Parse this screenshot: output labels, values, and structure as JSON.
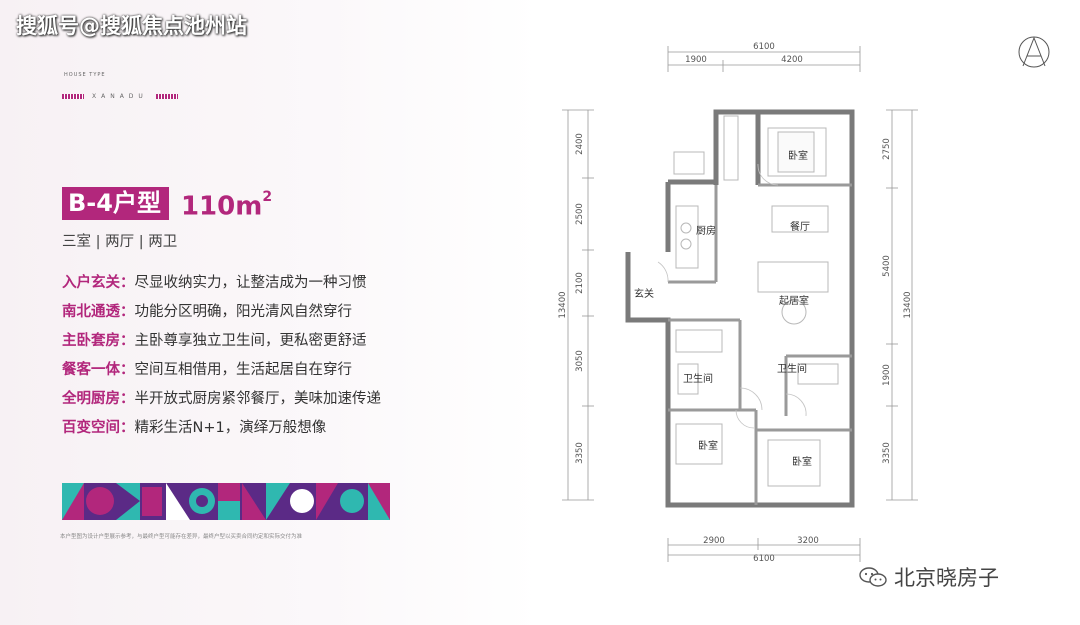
{
  "watermark": "搜狐号@搜狐焦点池州站",
  "brand": {
    "house_type": "HOUSE TYPE",
    "name": "XANADU"
  },
  "title": {
    "label": "B-4户型",
    "area": "110m",
    "area_sup": "2"
  },
  "subtitle": "三室 | 两厅 | 两卫",
  "features": [
    {
      "label": "入户玄关：",
      "text": "尽显收纳实力，让整洁成为一种习惯"
    },
    {
      "label": "南北通透：",
      "text": "功能分区明确，阳光清风自然穿行"
    },
    {
      "label": "主卧套房：",
      "text": "主卧尊享独立卫生间，更私密更舒适"
    },
    {
      "label": "餐客一体：",
      "text": "空间互相借用，生活起居自在穿行"
    },
    {
      "label": "全明厨房：",
      "text": "半开放式厨房紧邻餐厅，美味加速传递"
    },
    {
      "label": "百变空间：",
      "text": "精彩生活N+1，演绎万般想像"
    }
  ],
  "disclaimer": "本户型图为设计户型展示参考，与最终户型可能存在差异，最终户型以买卖合同约定和实际交付为准",
  "floorplan": {
    "dims_top": {
      "total": "6100",
      "left": "1900",
      "right": "4200"
    },
    "dims_bottom": {
      "total": "6100",
      "left": "2900",
      "right": "3200"
    },
    "dims_left": {
      "total": "13400",
      "s1": "2400",
      "s2": "2500",
      "s3": "2100",
      "s4": "3050",
      "s5": "3350"
    },
    "dims_right": {
      "total": "13400",
      "s1": "2750",
      "s2": "5400",
      "s3": "1900",
      "s4": "3350"
    },
    "rooms": {
      "bedroom_top": "卧室",
      "dining": "餐厅",
      "kitchen": "厨房",
      "foyer": "玄关",
      "living": "起居室",
      "bath_left": "卫生间",
      "bath_right": "卫生间",
      "bedroom_bl": "卧室",
      "bedroom_br": "卧室"
    }
  },
  "credit": "北京晓房子",
  "colors": {
    "accent": "#b2277c",
    "purple": "#5b2a86",
    "teal": "#2fb8b0",
    "wall": "#7a7a7a"
  },
  "icons": {
    "compass": "compass-icon",
    "wechat": "wechat-icon"
  }
}
